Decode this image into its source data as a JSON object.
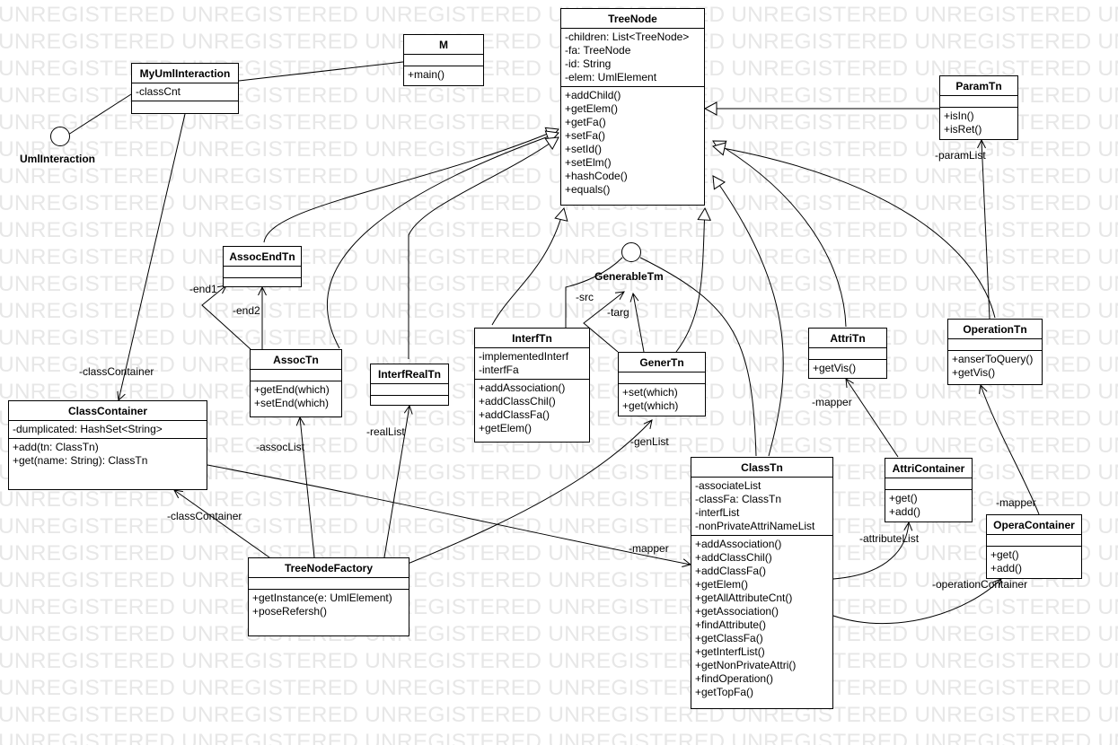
{
  "watermark": "UNREGISTERED UNREGISTERED UNREGISTERED UNREGISTERED UNREGISTERED UNREGISTERED UNREGISTERED",
  "classes": {
    "TreeNode": {
      "name": "TreeNode",
      "attrs": [
        "-children: List<TreeNode>",
        "-fa: TreeNode",
        "-id: String",
        "-elem: UmlElement"
      ],
      "ops": [
        "+addChild()",
        "+getElem()",
        "+getFa()",
        "+setFa()",
        "+setId()",
        "+setElm()",
        "+hashCode()",
        "+equals()"
      ]
    },
    "M": {
      "name": "M",
      "attrs": [],
      "ops": [
        "+main()"
      ]
    },
    "MyUmlInteraction": {
      "name": "MyUmlInteraction",
      "attrs": [
        "-classCnt"
      ],
      "ops": []
    },
    "ParamTn": {
      "name": "ParamTn",
      "attrs": [],
      "ops": [
        "+isIn()",
        "+isRet()"
      ]
    },
    "AssocEndTn": {
      "name": "AssocEndTn",
      "attrs": [],
      "ops": []
    },
    "AssocTn": {
      "name": "AssocTn",
      "attrs": [],
      "ops": [
        "+getEnd(which)",
        "+setEnd(which)"
      ]
    },
    "InterfRealTn": {
      "name": "InterfRealTn",
      "attrs": [],
      "ops": []
    },
    "InterfTn": {
      "name": "InterfTn",
      "attrs": [
        "-implementedInterf",
        "-interfFa"
      ],
      "ops": [
        "+addAssociation()",
        "+addClassChil()",
        "+addClassFa()",
        "+getElem()"
      ]
    },
    "GenerTn": {
      "name": "GenerTn",
      "attrs": [],
      "ops": [
        "+set(which)",
        "+get(which)"
      ]
    },
    "AttriTn": {
      "name": "AttriTn",
      "attrs": [],
      "ops": [
        "+getVis()"
      ]
    },
    "OperationTn": {
      "name": "OperationTn",
      "attrs": [],
      "ops": [
        "+anserToQuery()",
        "+getVis()"
      ]
    },
    "ClassContainer": {
      "name": "ClassContainer",
      "attrs": [
        "-dumplicated: HashSet<String>"
      ],
      "ops": [
        "+add(tn: ClassTn)",
        "+get(name: String): ClassTn"
      ]
    },
    "TreeNodeFactory": {
      "name": "TreeNodeFactory",
      "attrs": [],
      "ops": [
        "+getInstance(e: UmlElement)",
        "+poseRefersh()"
      ]
    },
    "ClassTn": {
      "name": "ClassTn",
      "attrs": [
        "-associateList",
        "-classFa: ClassTn",
        "-interfList",
        "-nonPrivateAttriNameList"
      ],
      "ops": [
        "+addAssociation()",
        "+addClassChil()",
        "+addClassFa()",
        "+getElem()",
        "+getAllAttributeCnt()",
        "+getAssociation()",
        "+findAttribute()",
        "+getClassFa()",
        "+getInterfList()",
        "+getNonPrivateAttri()",
        "+findOperation()",
        "+getTopFa()"
      ]
    },
    "AttriContainer": {
      "name": "AttriContainer",
      "attrs": [],
      "ops": [
        "+get()",
        "+add()"
      ]
    },
    "OperaContainer": {
      "name": "OperaContainer",
      "attrs": [],
      "ops": [
        "+get()",
        "+add()"
      ]
    }
  },
  "interfaces": {
    "UmlInteraction": "UmlInteraction",
    "GenerableTm": "GenerableTm"
  },
  "labels": {
    "classContainer1": "-classContainer",
    "classContainer2": "-classContainer",
    "end1": "-end1",
    "end2": "-end2",
    "assocList": "-assocList",
    "realList": "-realList",
    "src": "-src",
    "targ": "-targ",
    "genList": "-genList",
    "mapper1": "-mapper",
    "mapper2": "-mapper",
    "mapper3": "-mapper",
    "attributeList": "-attributeList",
    "operationContainer": "-operationContainer",
    "paramList": "-paramList"
  }
}
